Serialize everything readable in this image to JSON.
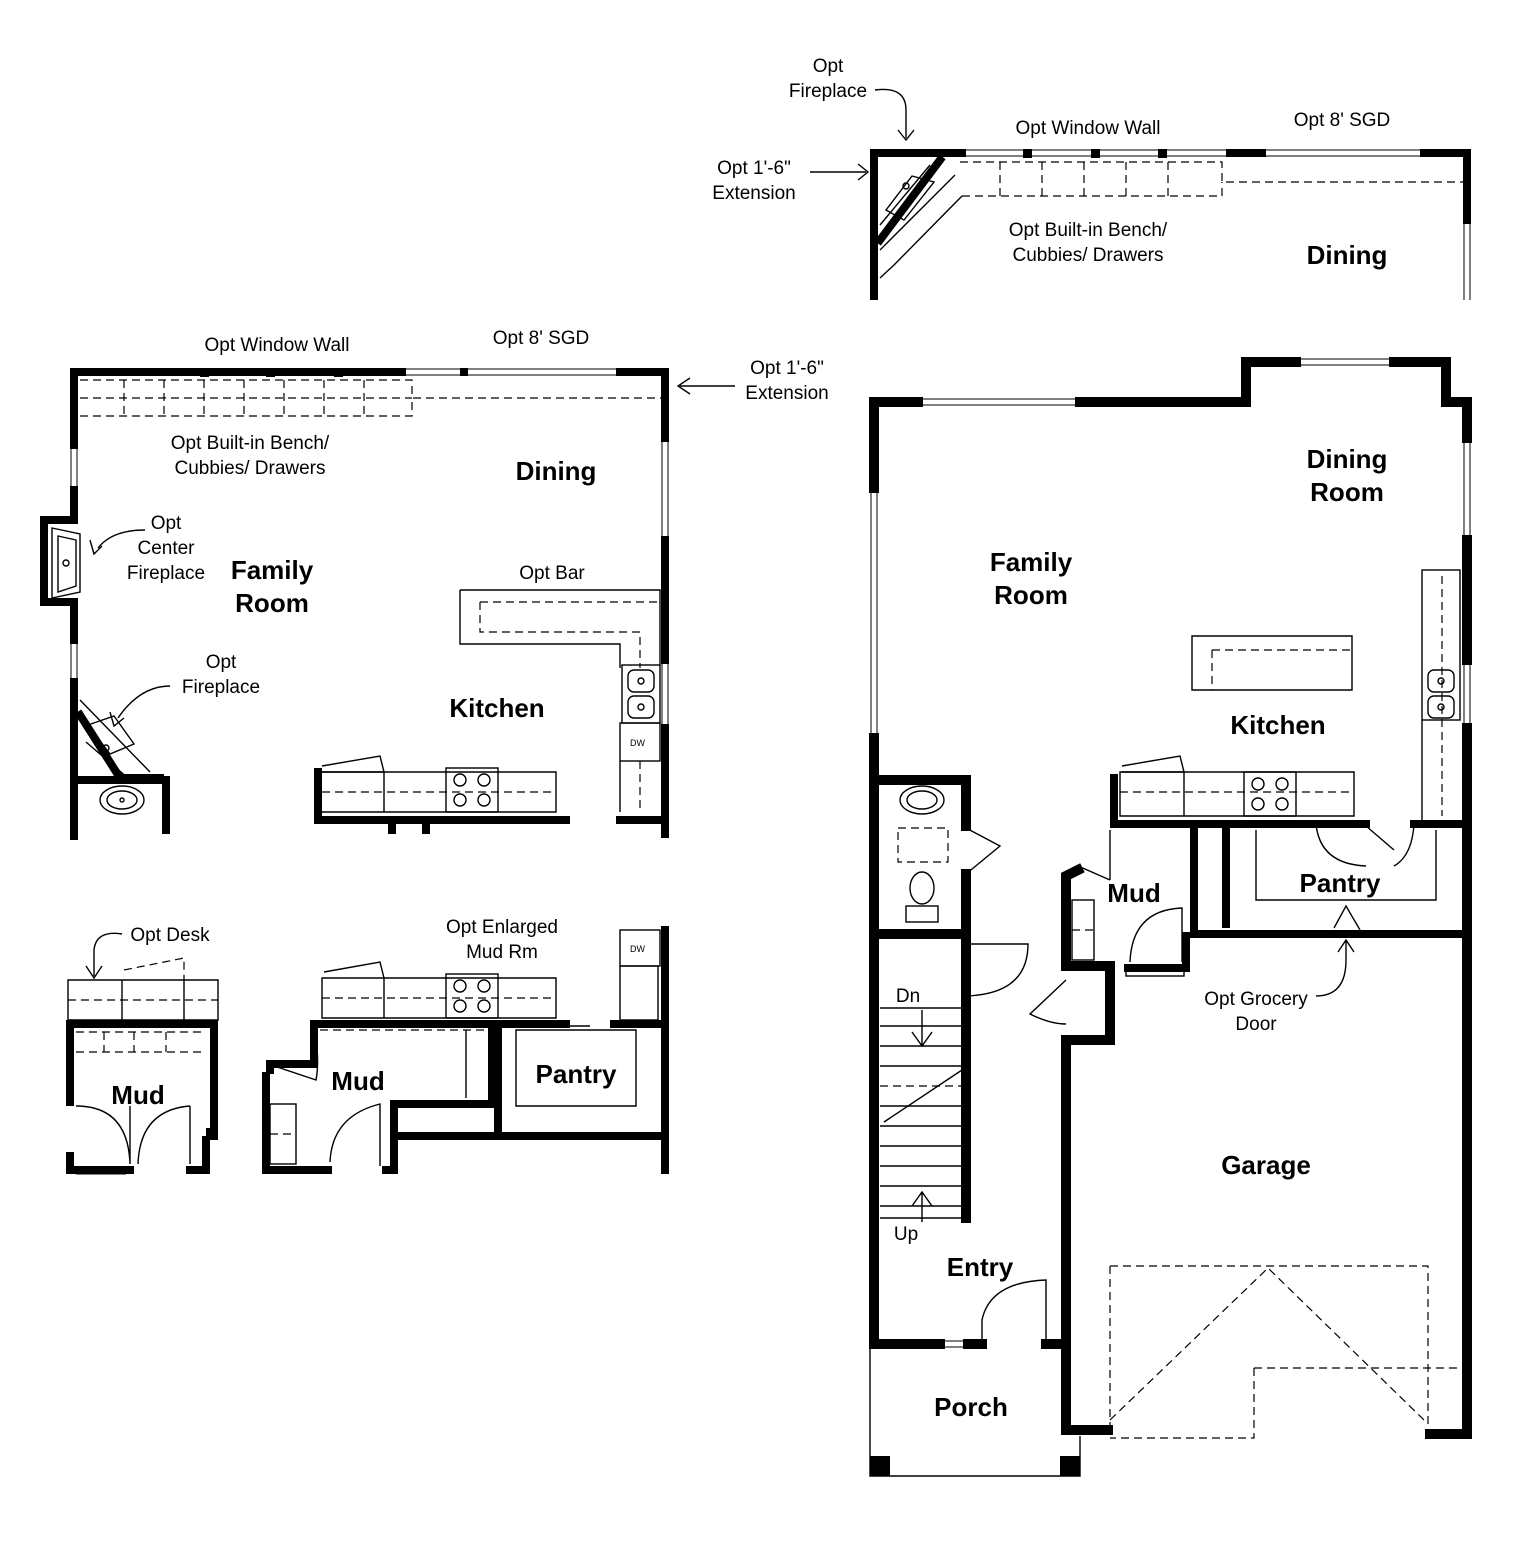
{
  "main_plan": {
    "rooms": {
      "dining_room": [
        "Dining",
        "Room"
      ],
      "family_room": [
        "Family",
        "Room"
      ],
      "kitchen": "Kitchen",
      "mud": "Mud",
      "pantry": "Pantry",
      "garage": "Garage",
      "entry": "Entry",
      "porch": "Porch"
    },
    "stairs": {
      "down": "Dn",
      "up": "Up"
    },
    "opt_grocery_door": [
      "Opt Grocery",
      "Door"
    ]
  },
  "option_dining_extension": {
    "opt_fireplace": [
      "Opt",
      "Fireplace"
    ],
    "opt_window_wall": "Opt Window Wall",
    "opt_sgd": "Opt 8' SGD",
    "opt_extension": [
      "Opt 1'-6\"",
      "Extension"
    ],
    "opt_bench": [
      "Opt Built-in Bench/",
      "Cubbies/ Drawers"
    ],
    "dining": "Dining"
  },
  "option_family_kitchen": {
    "opt_window_wall": "Opt Window Wall",
    "opt_sgd": "Opt 8' SGD",
    "opt_extension": [
      "Opt 1'-6\"",
      "Extension"
    ],
    "opt_bench": [
      "Opt Built-in Bench/",
      "Cubbies/ Drawers"
    ],
    "dining": "Dining",
    "opt_center_fireplace": [
      "Opt",
      "Center",
      "Fireplace"
    ],
    "family_room": [
      "Family",
      "Room"
    ],
    "opt_bar": "Opt Bar",
    "opt_fireplace": [
      "Opt",
      "Fireplace"
    ],
    "kitchen": "Kitchen",
    "dw": "DW"
  },
  "option_desk": {
    "opt_desk": "Opt Desk",
    "mud": "Mud"
  },
  "option_enlarged_mud": {
    "label": [
      "Opt Enlarged",
      "Mud Rm"
    ],
    "mud": "Mud",
    "pantry": "Pantry",
    "dw": "DW"
  }
}
